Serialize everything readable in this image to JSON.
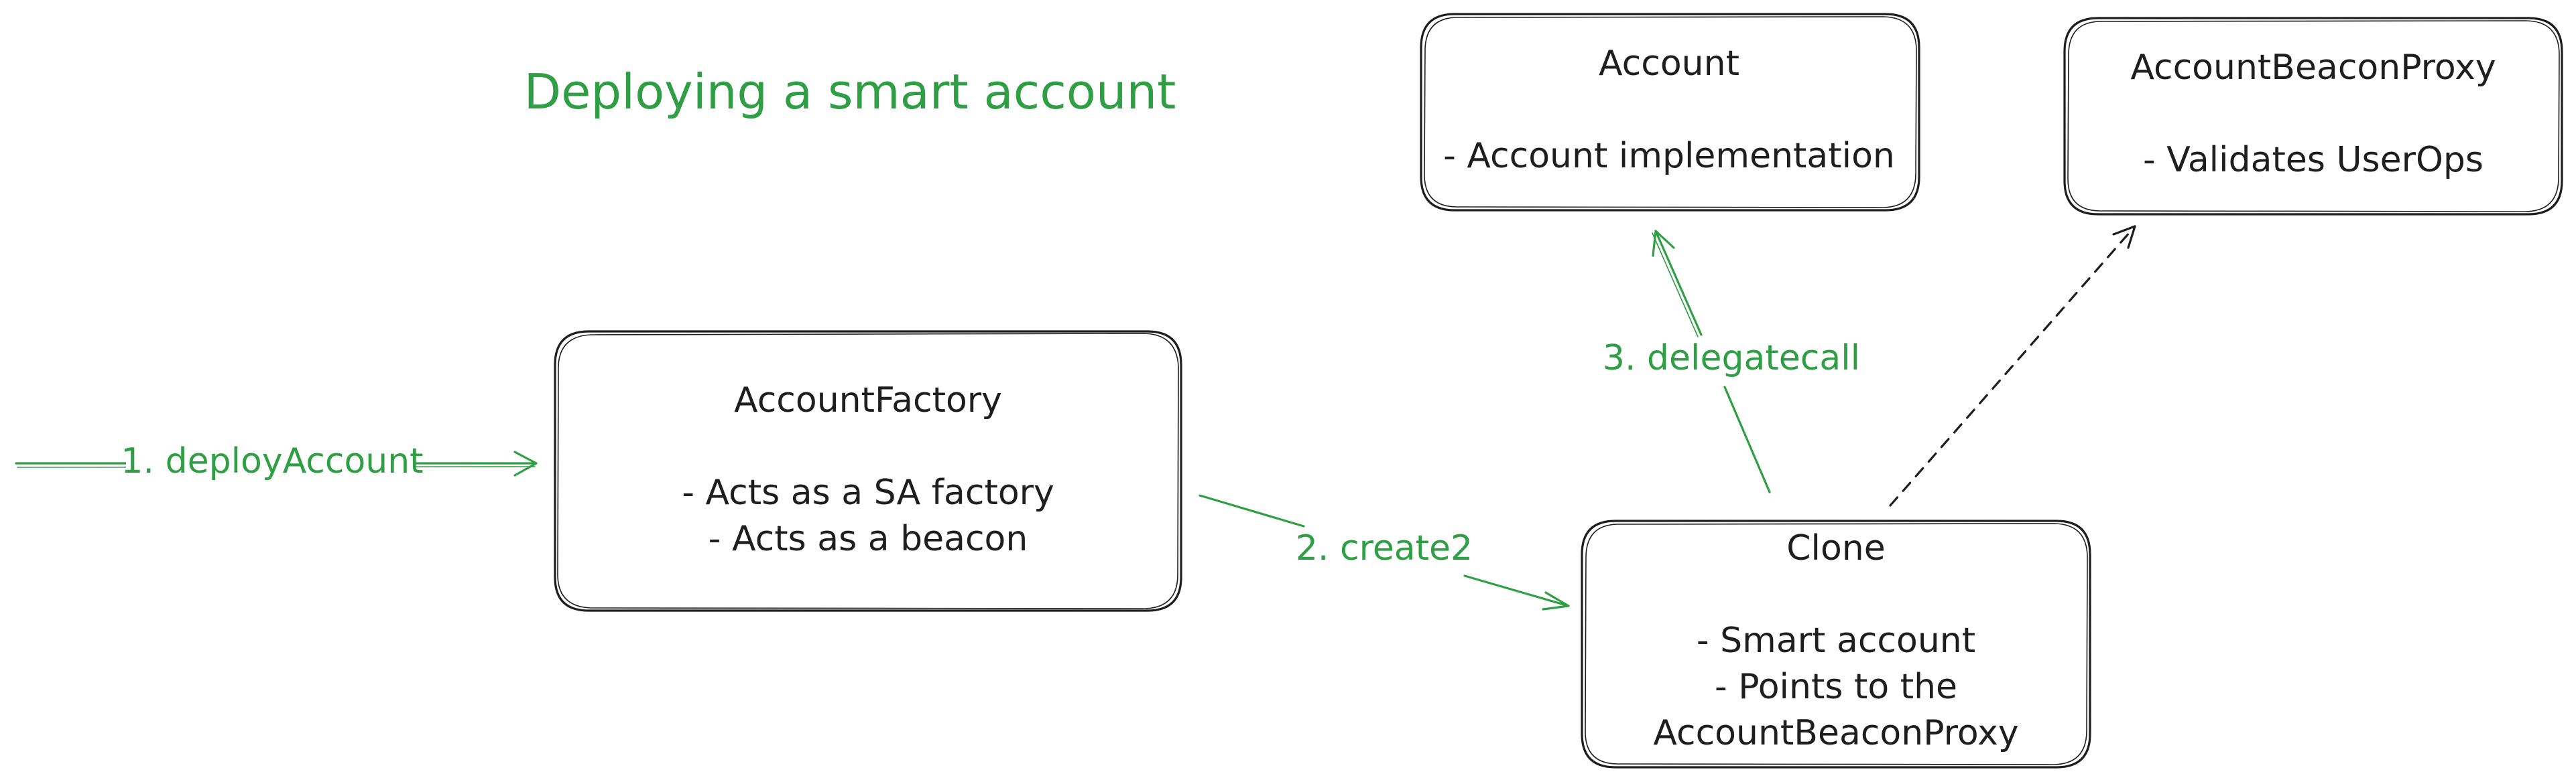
{
  "title": "Deploying a smart account",
  "colors": {
    "accent": "#2f9e44",
    "stroke": "#1e1e1e",
    "background": "#ffffff"
  },
  "boxes": {
    "account_factory": {
      "title": "AccountFactory",
      "lines": [
        "- Acts as a SA factory",
        "- Acts as a beacon"
      ]
    },
    "account": {
      "title": "Account",
      "lines": [
        "- Account implementation"
      ]
    },
    "account_beacon_proxy": {
      "title": "AccountBeaconProxy",
      "lines": [
        "- Validates UserOps"
      ]
    },
    "clone": {
      "title": "Clone",
      "lines": [
        "- Smart account",
        "- Points to the",
        "AccountBeaconProxy"
      ]
    }
  },
  "arrows": {
    "deploy": "1. deployAccount",
    "create2": "2. create2",
    "delegatecall": "3. delegatecall"
  }
}
